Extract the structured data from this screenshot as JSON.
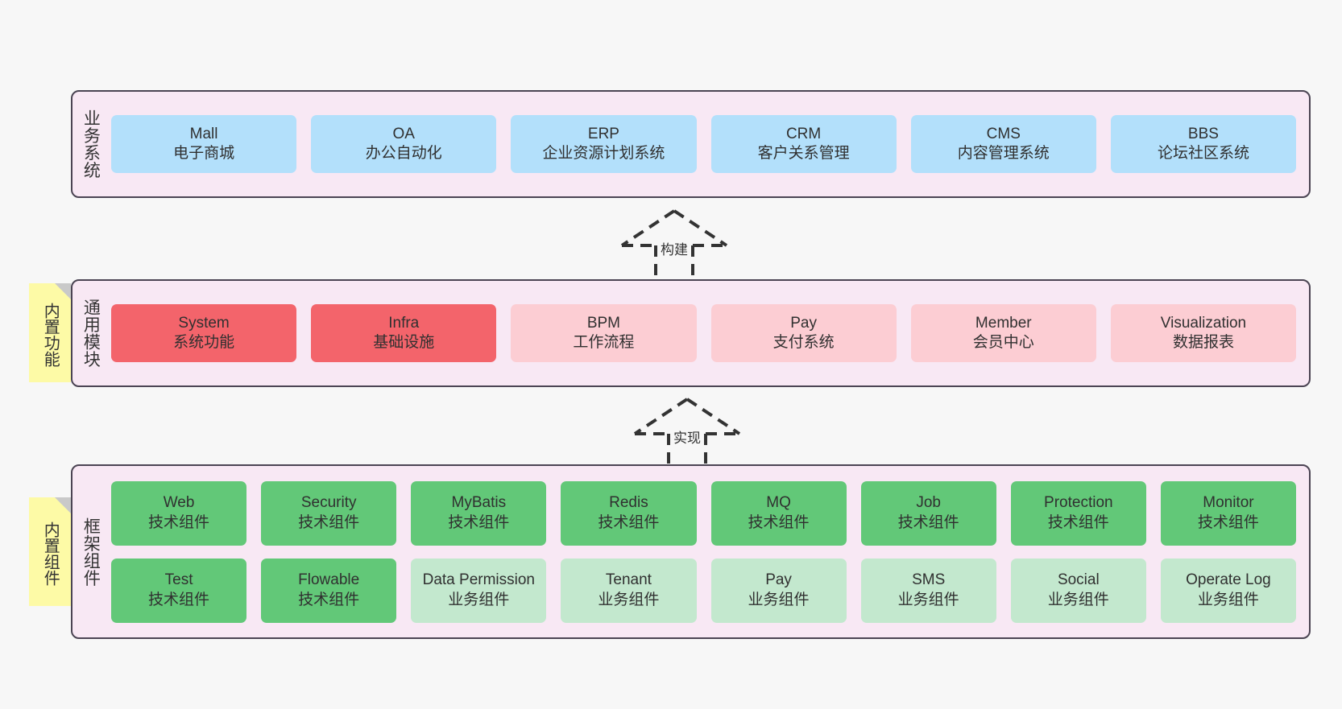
{
  "diagram": {
    "background": "#f7f7f7",
    "layer_fill": "#f8e8f4",
    "layer_border": "#4b4453",
    "note_fill": "#fdfaa6",
    "colors": {
      "business": "#b3e0fb",
      "module_core": "#f3646b",
      "module_plain": "#fccdd3",
      "tech_component": "#62c878",
      "biz_component": "#c3e8ce"
    }
  },
  "layers": [
    {
      "id": "business",
      "title": "业务系统",
      "cards": [
        {
          "name": "Mall",
          "desc": "电子商城",
          "style": "c-blue"
        },
        {
          "name": "OA",
          "desc": "办公自动化",
          "style": "c-blue"
        },
        {
          "name": "ERP",
          "desc": "企业资源计划系统",
          "style": "c-blue"
        },
        {
          "name": "CRM",
          "desc": "客户关系管理",
          "style": "c-blue"
        },
        {
          "name": "CMS",
          "desc": "内容管理系统",
          "style": "c-blue"
        },
        {
          "name": "BBS",
          "desc": "论坛社区系统",
          "style": "c-blue"
        }
      ]
    },
    {
      "id": "common",
      "title": "通用模块",
      "note": "内置功能",
      "cards": [
        {
          "name": "System",
          "desc": "系统功能",
          "style": "c-red"
        },
        {
          "name": "Infra",
          "desc": "基础设施",
          "style": "c-red"
        },
        {
          "name": "BPM",
          "desc": "工作流程",
          "style": "c-pink"
        },
        {
          "name": "Pay",
          "desc": "支付系统",
          "style": "c-pink"
        },
        {
          "name": "Member",
          "desc": "会员中心",
          "style": "c-pink"
        },
        {
          "name": "Visualization",
          "desc": "数据报表",
          "style": "c-pink"
        }
      ]
    },
    {
      "id": "framework",
      "title": "框架组件",
      "note": "内置组件",
      "rows": [
        [
          {
            "name": "Web",
            "desc": "技术组件",
            "style": "c-green"
          },
          {
            "name": "Security",
            "desc": "技术组件",
            "style": "c-green"
          },
          {
            "name": "MyBatis",
            "desc": "技术组件",
            "style": "c-green"
          },
          {
            "name": "Redis",
            "desc": "技术组件",
            "style": "c-green"
          },
          {
            "name": "MQ",
            "desc": "技术组件",
            "style": "c-green"
          },
          {
            "name": "Job",
            "desc": "技术组件",
            "style": "c-green"
          },
          {
            "name": "Protection",
            "desc": "技术组件",
            "style": "c-green"
          },
          {
            "name": "Monitor",
            "desc": "技术组件",
            "style": "c-green"
          }
        ],
        [
          {
            "name": "Test",
            "desc": "技术组件",
            "style": "c-green"
          },
          {
            "name": "Flowable",
            "desc": "技术组件",
            "style": "c-green"
          },
          {
            "name": "Data Permission",
            "desc": "业务组件",
            "style": "c-lgreen"
          },
          {
            "name": "Tenant",
            "desc": "业务组件",
            "style": "c-lgreen"
          },
          {
            "name": "Pay",
            "desc": "业务组件",
            "style": "c-lgreen"
          },
          {
            "name": "SMS",
            "desc": "业务组件",
            "style": "c-lgreen"
          },
          {
            "name": "Social",
            "desc": "业务组件",
            "style": "c-lgreen"
          },
          {
            "name": "Operate Log",
            "desc": "业务组件",
            "style": "c-lgreen"
          }
        ]
      ]
    }
  ],
  "connectors": [
    {
      "id": "build",
      "label": "构建",
      "from": "common",
      "to": "business",
      "style": "dashed-generalization"
    },
    {
      "id": "realize",
      "label": "实现",
      "from": "framework",
      "to": "common",
      "style": "dashed-generalization"
    }
  ]
}
